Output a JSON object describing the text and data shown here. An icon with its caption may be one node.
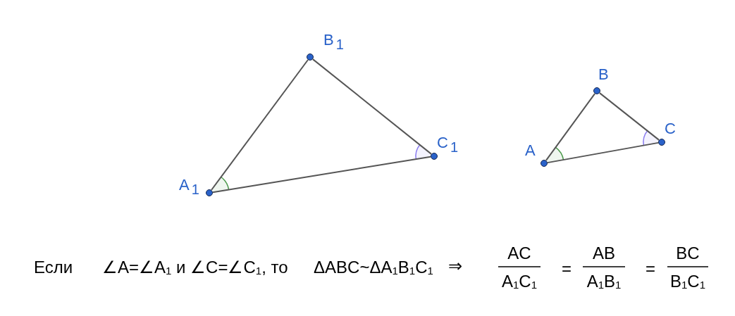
{
  "diagram": {
    "nodes": [
      {
        "text": [],
        "shape": "circle",
        "beside": [
          "A$_{1}$"
        ]
      },
      {
        "text": [],
        "shape": "circle",
        "beside": [
          "B$_{1}$"
        ]
      },
      {
        "text": [],
        "shape": "circle",
        "beside": [
          "C$_{1}$"
        ]
      },
      {
        "text": [],
        "shape": "circle",
        "beside": [
          "A"
        ]
      },
      {
        "text": [],
        "shape": "circle",
        "beside": [
          "B"
        ]
      },
      {
        "text": [],
        "shape": "circle",
        "beside": [
          "C"
        ]
      }
    ],
    "edges": [
      {
        "from": 0,
        "to": 1,
        "arrow": "none"
      },
      {
        "from": 1,
        "to": 2,
        "arrow": "none"
      },
      {
        "from": 2,
        "to": 0,
        "arrow": "none"
      },
      {
        "from": 3,
        "to": 4,
        "arrow": "none"
      },
      {
        "from": 4,
        "to": 5,
        "arrow": "none"
      },
      {
        "from": 5,
        "to": 3,
        "arrow": "none"
      }
    ],
    "labels": [
      "Если",
      "∠A=∠A$_{1}$ и ∠C=∠C$_{1}$, то",
      "ΔABC~ΔA$_{1}$B$_{1}$C$_{1}$",
      "⇒",
      "AC",
      "A$_{1}$C$_{1}$",
      "=",
      "AB",
      "A$_{1}$B$_{1}$",
      "=",
      "BC",
      "B$_{1}$C$_{1}$"
    ]
  }
}
